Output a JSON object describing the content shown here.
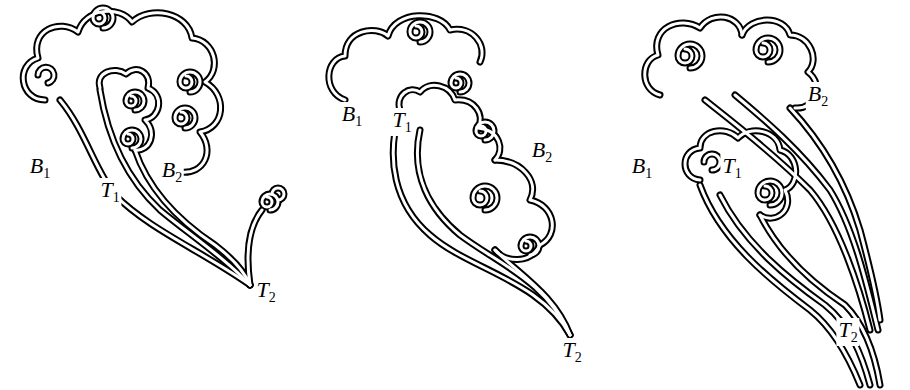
{
  "diagram": {
    "labels": [
      "B1",
      "T1",
      "B2",
      "T2",
      "B1",
      "T1",
      "B2",
      "T2",
      "B1",
      "T1",
      "B2",
      "T2"
    ]
  }
}
